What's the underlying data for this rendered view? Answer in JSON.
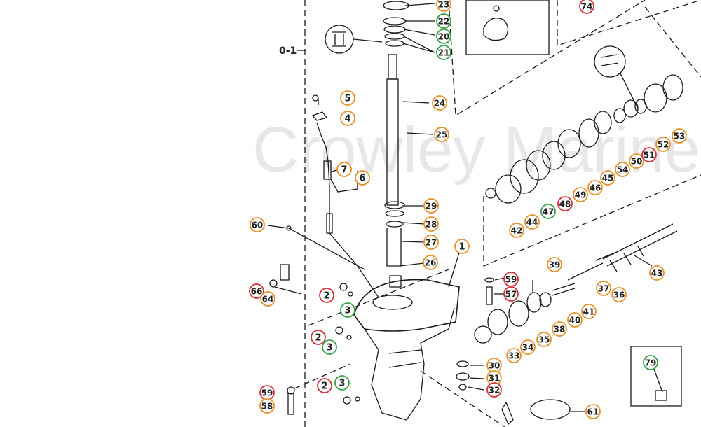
{
  "watermark": "Crowley Marine",
  "assembly_label": "0-1",
  "colors": {
    "line": "#1a1a1a",
    "ink": "#222222",
    "orange": "#e8932a",
    "red": "#d8323a",
    "green": "#3aa34a",
    "watermark": "#e7e7e7"
  },
  "callouts": [
    {
      "text": "23",
      "ring": "orange"
    },
    {
      "text": "22",
      "ring": "green"
    },
    {
      "text": "20",
      "ring": "green"
    },
    {
      "text": "21",
      "ring": "green"
    },
    {
      "text": "74",
      "ring": "red"
    },
    {
      "text": "5",
      "ring": "orange"
    },
    {
      "text": "4",
      "ring": "orange"
    },
    {
      "text": "24",
      "ring": "orange"
    },
    {
      "text": "25",
      "ring": "orange"
    },
    {
      "text": "7",
      "ring": "orange"
    },
    {
      "text": "6",
      "ring": "orange"
    },
    {
      "text": "29",
      "ring": "orange"
    },
    {
      "text": "28",
      "ring": "orange"
    },
    {
      "text": "27",
      "ring": "orange"
    },
    {
      "text": "26",
      "ring": "orange"
    },
    {
      "text": "60",
      "ring": "orange"
    },
    {
      "text": "1",
      "ring": "orange"
    },
    {
      "text": "66",
      "ring": "red"
    },
    {
      "text": "64",
      "ring": "orange"
    },
    {
      "text": "2",
      "ring": "red"
    },
    {
      "text": "3",
      "ring": "green"
    },
    {
      "text": "2",
      "ring": "red"
    },
    {
      "text": "3",
      "ring": "green"
    },
    {
      "text": "2",
      "ring": "red"
    },
    {
      "text": "3",
      "ring": "green"
    },
    {
      "text": "59",
      "ring": "red"
    },
    {
      "text": "58",
      "ring": "orange"
    },
    {
      "text": "59",
      "ring": "red"
    },
    {
      "text": "57",
      "ring": "red"
    },
    {
      "text": "39",
      "ring": "orange"
    },
    {
      "text": "36",
      "ring": "orange"
    },
    {
      "text": "37",
      "ring": "orange"
    },
    {
      "text": "41",
      "ring": "orange"
    },
    {
      "text": "40",
      "ring": "orange"
    },
    {
      "text": "38",
      "ring": "orange"
    },
    {
      "text": "35",
      "ring": "orange"
    },
    {
      "text": "34",
      "ring": "orange"
    },
    {
      "text": "33",
      "ring": "orange"
    },
    {
      "text": "30",
      "ring": "orange"
    },
    {
      "text": "31",
      "ring": "orange"
    },
    {
      "text": "32",
      "ring": "red"
    },
    {
      "text": "61",
      "ring": "orange"
    },
    {
      "text": "43",
      "ring": "orange"
    },
    {
      "text": "42",
      "ring": "orange"
    },
    {
      "text": "44",
      "ring": "orange"
    },
    {
      "text": "47",
      "ring": "green"
    },
    {
      "text": "48",
      "ring": "red"
    },
    {
      "text": "49",
      "ring": "orange"
    },
    {
      "text": "46",
      "ring": "orange"
    },
    {
      "text": "45",
      "ring": "orange"
    },
    {
      "text": "54",
      "ring": "orange"
    },
    {
      "text": "50",
      "ring": "orange"
    },
    {
      "text": "51",
      "ring": "red"
    },
    {
      "text": "52",
      "ring": "orange"
    },
    {
      "text": "53",
      "ring": "orange"
    },
    {
      "text": "79",
      "ring": "green"
    }
  ]
}
